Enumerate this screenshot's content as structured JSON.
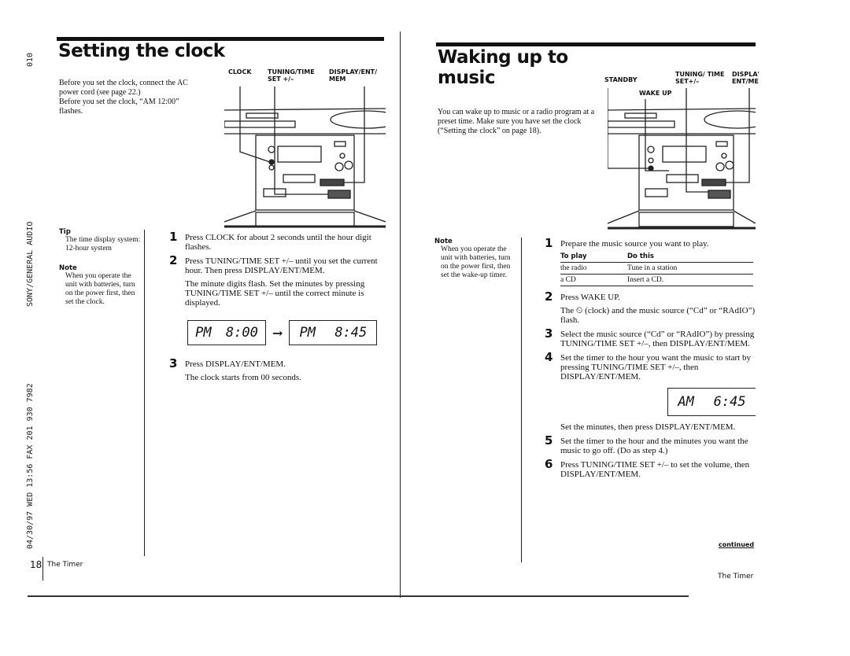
{
  "fax_header": {
    "page_mark": "010",
    "sender": "SONY/GENERAL AUDIO",
    "transmission": "04/30/97 WED 13:56 FAX 201 930 7982"
  },
  "left_page": {
    "title": "Setting the clock",
    "intro": [
      "Before you set the clock, connect the AC power cord (see page 22.)",
      "Before you set the clock, “AM 12:00” flashes."
    ],
    "diagram_labels": {
      "clock": "CLOCK",
      "tuning": "TUNING/TIME SET +/–",
      "display": "DISPLAY/ENT/ MEM"
    },
    "tip": {
      "heading": "Tip",
      "lines": [
        "The time display system:",
        "12-hour system"
      ]
    },
    "note": {
      "heading": "Note",
      "text": "When you operate the unit with batteries, turn on the power first, then set the clock."
    },
    "steps": [
      {
        "num": "1",
        "text": "Press CLOCK for about 2 seconds until the hour digit flashes."
      },
      {
        "num": "2",
        "text": "Press TUNING/TIME SET +/– until you set the current hour. Then press DISPLAY/ENT/MEM.",
        "detail": "The minute digits flash. Set the minutes by pressing TUNING/TIME SET +/– until the correct minute is displayed."
      },
      {
        "num": "3",
        "text": "Press DISPLAY/ENT/MEM.",
        "detail": "The clock starts from 00 seconds."
      }
    ],
    "lcd_before": {
      "ampm": "PM",
      "time": "8:00"
    },
    "lcd_after": {
      "ampm": "PM",
      "time": "8:45"
    },
    "arrow": "→",
    "footer": {
      "page_number": "18",
      "section": "The Timer"
    }
  },
  "right_page": {
    "title_line1": "Waking up to",
    "title_line2": "music",
    "intro": "You can wake up to music or a radio program at a preset time. Make sure you have set the clock (“Setting the clock” on page 18).",
    "diagram_labels": {
      "standby": "STANDBY",
      "wake_up": "WAKE UP",
      "tuning": "TUNING/ TIME SET+/–",
      "display": "DISPLA' ENT/ME"
    },
    "note": {
      "heading": "Note",
      "text": "When you operate the unit with batteries, turn on the power first, then set the wake-up timer."
    },
    "steps": [
      {
        "num": "1",
        "text": "Prepare the music source you want to play."
      },
      {
        "num": "2",
        "text": "Press WAKE UP.",
        "detail": "The ⏲ (clock) and the music source (“Cd” or “RAdIO”) flash."
      },
      {
        "num": "3",
        "text": "Select the music source (“Cd” or “RAdIO”) by pressing TUNING/TIME SET +/–, then DISPLAY/ENT/MEM."
      },
      {
        "num": "4",
        "text": "Set the timer to the hour you want the music to start by pressing TUNING/TIME SET +/–, then DISPLAY/ENT/MEM.",
        "detail": "Set the minutes, then press DISPLAY/ENT/MEM."
      },
      {
        "num": "5",
        "text": "Set the timer to the hour and the minutes you want the music to go off. (Do as step 4.)"
      },
      {
        "num": "6",
        "text": "Press TUNING/TIME SET +/– to set the volume, then DISPLAY/ENT/MEM."
      }
    ],
    "table": {
      "headers": [
        "To play",
        "Do this"
      ],
      "rows": [
        [
          "the radio",
          "Tune in a station"
        ],
        [
          "a CD",
          "Insert a CD."
        ]
      ]
    },
    "lcd": {
      "ampm": "AM",
      "time": "6:45"
    },
    "continued": "continued",
    "footer": {
      "section": "The Timer"
    }
  }
}
